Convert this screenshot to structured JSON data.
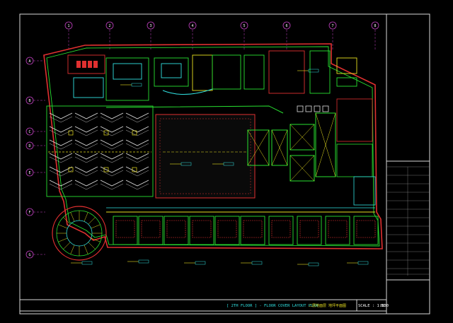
{
  "drawing": {
    "grid_labels": [
      "1",
      "2",
      "3",
      "4",
      "5",
      "6",
      "7",
      "8"
    ],
    "row_labels": [
      "A",
      "B",
      "C",
      "D",
      "E",
      "F",
      "G"
    ],
    "bottom_title": "[ 2TH FLOOR ] - FLOOR COVER LAYOUT PLAN",
    "bottom_chinese": "二层地面层  地坪平面图",
    "scale_label": "SCALE : 1:100",
    "scale_suffix": "BC"
  },
  "colors": {
    "background": "#000000",
    "frame": "#e0e0e0",
    "wall_red": "#e03030",
    "wall_green": "#28e030",
    "detail_yellow": "#e8e020",
    "detail_cyan": "#30e0e0",
    "detail_magenta": "#d040d0",
    "grid_circle": "#c040c0",
    "text_white": "#ffffff"
  }
}
